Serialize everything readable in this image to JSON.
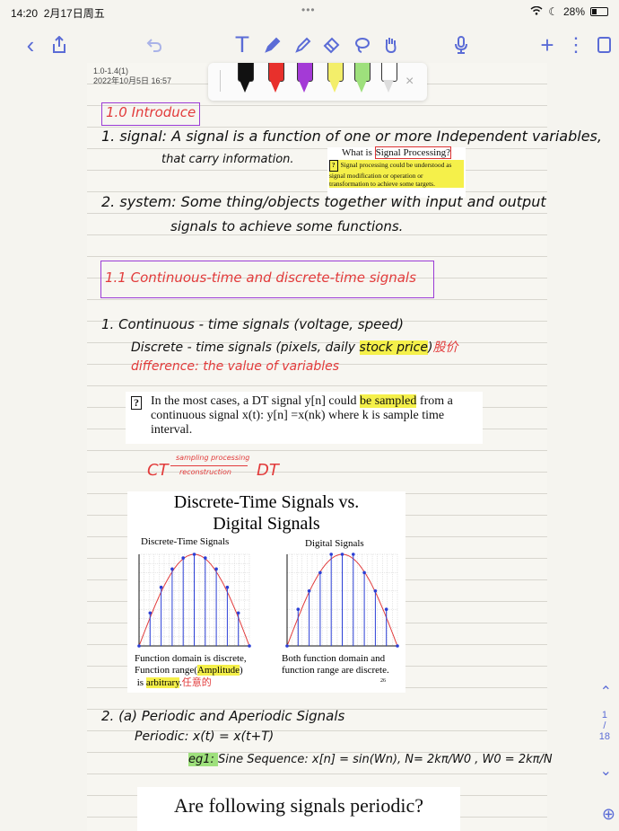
{
  "status": {
    "time": "14:20",
    "date": "2月17日周五",
    "dots": "•••",
    "battery": "28%"
  },
  "toolbar": {
    "back": "‹",
    "share": "⇧",
    "undo": "↶",
    "text_tool": "T",
    "plus": "+",
    "more": "⋮"
  },
  "note": {
    "title": "1.0-1.4(1)",
    "datetime": "2022年10月5日 16:57"
  },
  "palette": {
    "close": "×"
  },
  "colors": {
    "accent": "#5b6cd6",
    "red_ink": "#e23b3b",
    "purple_box": "#9b3bd6",
    "highlight": "#f5f04a"
  },
  "notes": {
    "h10": "1.0  Introduce",
    "l1a": "1. signal: A signal is a function of one or more Independent variables,",
    "l1b": "that carry information.",
    "q1_title_pre": "What is ",
    "q1_title_hl": "Signal Processing?",
    "q1_body": "Signal processing could be understood as signal modification or operation or transformation to achieve some targets.",
    "l2a": "2. system: Some thing/objects together with input and output",
    "l2b": "signals to achieve some functions.",
    "h11": "1.1  Continuous-time and discrete-time signals",
    "l3a": "1. Continuous - time signals (voltage, speed)",
    "l3b_pre": "Discrete - time signals (pixels, daily ",
    "l3b_hl": "stock price",
    "l3b_post": ")",
    "l3b_cn": "股价",
    "l3c": "difference: the value of variables",
    "q2_pre": "In the most cases, a DT signal y[n] could ",
    "q2_hl": "be sampled",
    "q2_post": " from a continuous signal x(t):  y[n] =x(nk) where k is sample time interval.",
    "ct_left": "CT",
    "ct_top": "sampling processing",
    "ct_bottom": "reconstruction",
    "ct_right": "DT",
    "l4a": "2. (a) Periodic and Aperiodic Signals",
    "l4b": "Periodic:  x(t) = x(t+T)",
    "l4c_pre": "eg1: ",
    "l4c_main": "Sine Sequence: x[n] = sin(Wn),  N= 2kπ/W0 , W0 = 2kπ/N",
    "bottom_title": "Are following signals periodic?"
  },
  "slide": {
    "title1": "Discrete-Time Signals vs.",
    "title2": "Digital Signals",
    "left_label": "Discrete-Time Signals",
    "right_label": "Digital Signals",
    "cap_left_1": "Function domain is discrete,",
    "cap_left_2_pre": "Function range(",
    "cap_left_2_hl": "Amplitude",
    "cap_left_2_post": ")",
    "cap_left_3_pre": "is ",
    "cap_left_3_hl": "arbitrary",
    "cap_left_3_post": ".",
    "cap_left_cn": "任意的",
    "cap_right_1": "Both function domain and",
    "cap_right_2": "function range are discrete.",
    "page_no": "26"
  },
  "chart_data": [
    {
      "type": "scatter",
      "title": "Discrete-Time Signals",
      "x": [
        0,
        1,
        2,
        3,
        4,
        5,
        6,
        7,
        8,
        9,
        10
      ],
      "y": [
        0,
        0.36,
        0.64,
        0.84,
        0.96,
        1.0,
        0.96,
        0.84,
        0.64,
        0.36,
        0
      ]
    },
    {
      "type": "scatter",
      "title": "Digital Signals",
      "x": [
        0,
        1,
        2,
        3,
        4,
        5,
        6,
        7,
        8,
        9,
        10
      ],
      "y": [
        0,
        0.4,
        0.6,
        0.8,
        1.0,
        1.0,
        1.0,
        0.8,
        0.6,
        0.4,
        0
      ]
    }
  ],
  "pager": {
    "up": "⌃",
    "page": "1",
    "slash": "/",
    "total": "18",
    "down": "⌄",
    "zoom": "⊕"
  }
}
